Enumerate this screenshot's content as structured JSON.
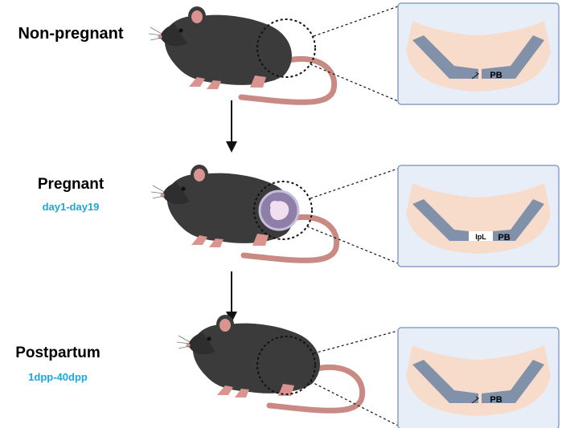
{
  "stages": [
    {
      "label": "Non-pregnant",
      "sublabel": "",
      "ipl_label": "",
      "pb_label": "PB",
      "condition": "non-pregnant"
    },
    {
      "label": "Pregnant",
      "sublabel": "day1-day19",
      "ipl_label": "IpL",
      "pb_label": "PB",
      "condition": "pregnant"
    },
    {
      "label": "Postpartum",
      "sublabel": "1dpp-40dpp",
      "ipl_label": "",
      "pb_label": "PB",
      "condition": "postpartum"
    }
  ],
  "colors": {
    "sublabel": "#1ba7e0",
    "mouse_body": "#3b3b3b",
    "mouse_pink": "#d9948f",
    "tissue": "#f8dccb",
    "bone": "#8291aa",
    "panel_bg": "#e8eef7",
    "panel_border": "#8aa0c4",
    "embryo_sac": "#8e7fa8"
  },
  "icons": [
    "mouse-icon",
    "embryo-icon",
    "down-arrow-icon",
    "magnifier-circle-icon"
  ]
}
